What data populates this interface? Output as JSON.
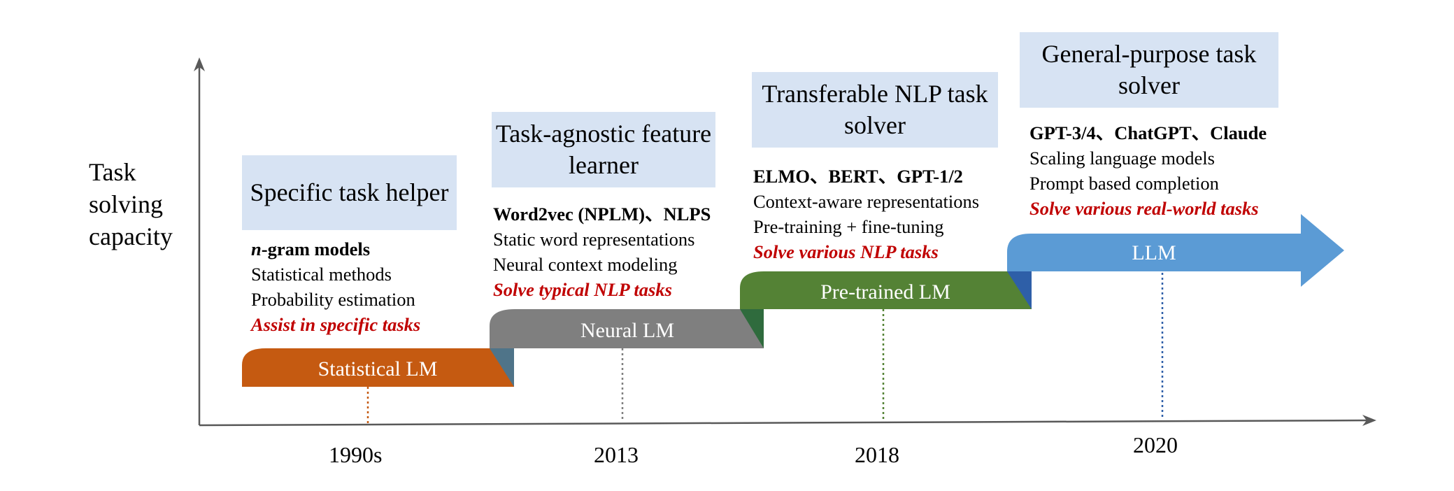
{
  "y_axis": {
    "lines": [
      "Task",
      "solving",
      "capacity"
    ]
  },
  "colors": {
    "stat": "#c55a11",
    "neural": "#7f7f7f",
    "pretrained": "#548235",
    "llm": "#5b9bd5",
    "box_bg": "#d7e3f3",
    "emphasis": "#c00000",
    "axis": "#595959"
  },
  "stages": [
    {
      "year": "1990s",
      "band": "Statistical LM",
      "box": [
        "Specific task",
        "helper"
      ],
      "model": {
        "prefix": "n",
        "rest": "-gram models"
      },
      "lines": [
        "Statistical methods",
        "Probability estimation"
      ],
      "result": "Assist in specific tasks"
    },
    {
      "year": "2013",
      "band": "Neural LM",
      "box": [
        "Task-agnostic",
        "feature learner"
      ],
      "model": {
        "prefix": "",
        "rest": "Word2vec (NPLM)、NLPS"
      },
      "lines": [
        "Static word representations",
        "Neural context modeling"
      ],
      "result": "Solve typical NLP tasks"
    },
    {
      "year": "2018",
      "band": "Pre-trained LM",
      "box": [
        "Transferable",
        "NLP task solver"
      ],
      "model": {
        "prefix": "",
        "rest": "ELMO、BERT、GPT-1/2"
      },
      "lines": [
        "Context-aware representations",
        "Pre-training + fine-tuning"
      ],
      "result": "Solve various NLP tasks"
    },
    {
      "year": "2020",
      "band": "LLM",
      "box": [
        "General-purpose",
        "task solver"
      ],
      "model": {
        "prefix": "",
        "rest": "GPT-3/4、ChatGPT、Claude"
      },
      "lines": [
        "Scaling language models",
        "Prompt based completion"
      ],
      "result": "Solve various real-world tasks"
    }
  ]
}
